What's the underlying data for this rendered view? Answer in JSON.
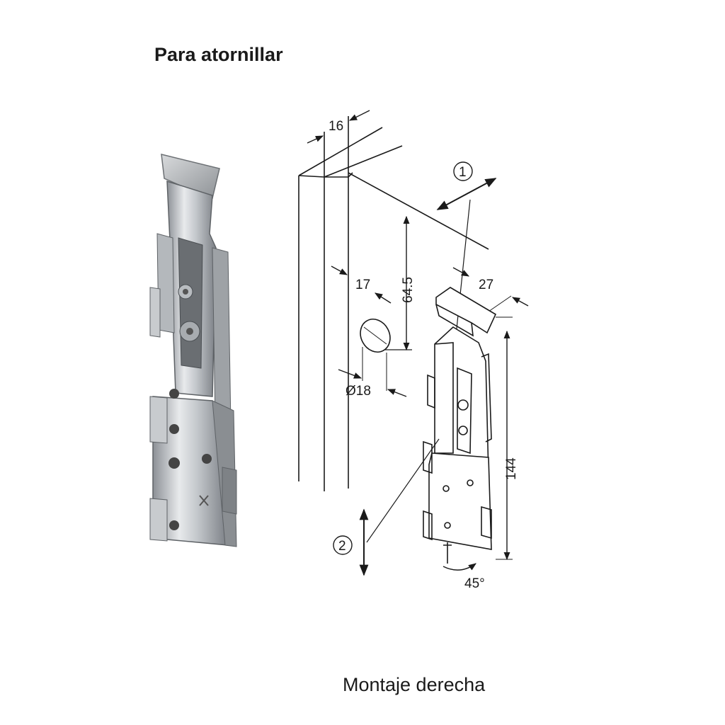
{
  "heading": "Para atornillar",
  "caption": "Montaje derecha",
  "dimensions": {
    "panel_thickness": "16",
    "vertical_offset": "64.5",
    "edge_distance": "17",
    "bracket_width": "27",
    "hole_diameter": "Ø18",
    "bracket_height": "144",
    "screw_angle": "45°"
  },
  "callouts": {
    "adjust_1": "1",
    "adjust_2": "2"
  }
}
